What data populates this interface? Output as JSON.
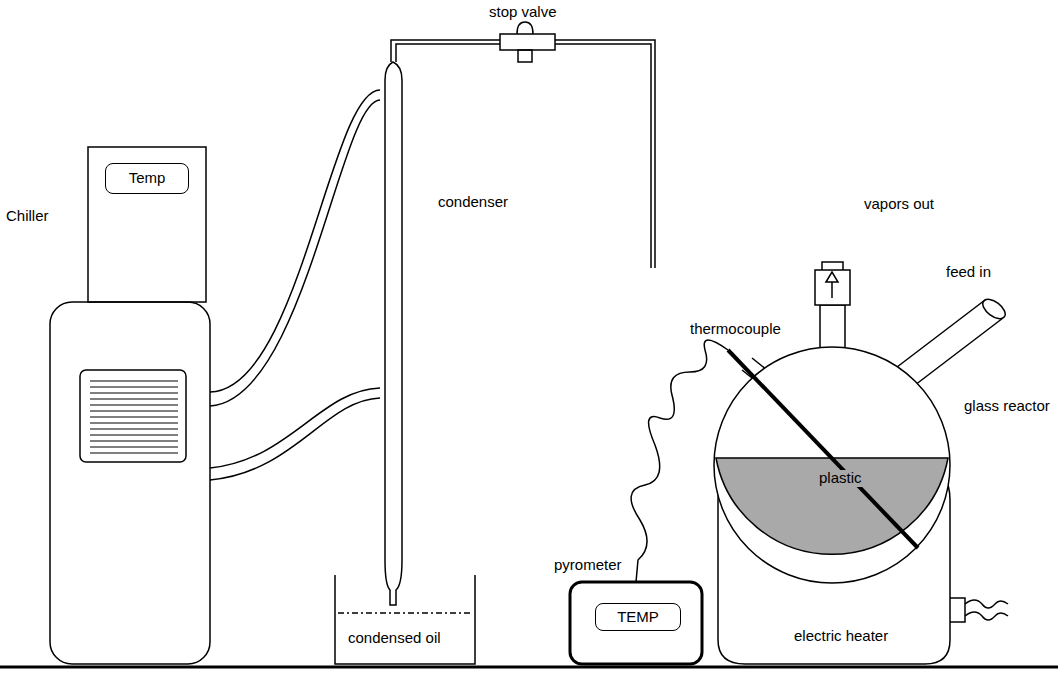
{
  "diagram": {
    "nodes": [
      {
        "text": [
          "Temp"
        ]
      },
      {
        "text": [
          "TEMP"
        ]
      }
    ],
    "labels": [
      "stop valve",
      "Chiller",
      "condenser",
      "vapors out",
      "feed in",
      "thermocouple",
      "glass reactor",
      "pyrometer",
      "plastic",
      "electric heater",
      "condensed oil"
    ]
  }
}
